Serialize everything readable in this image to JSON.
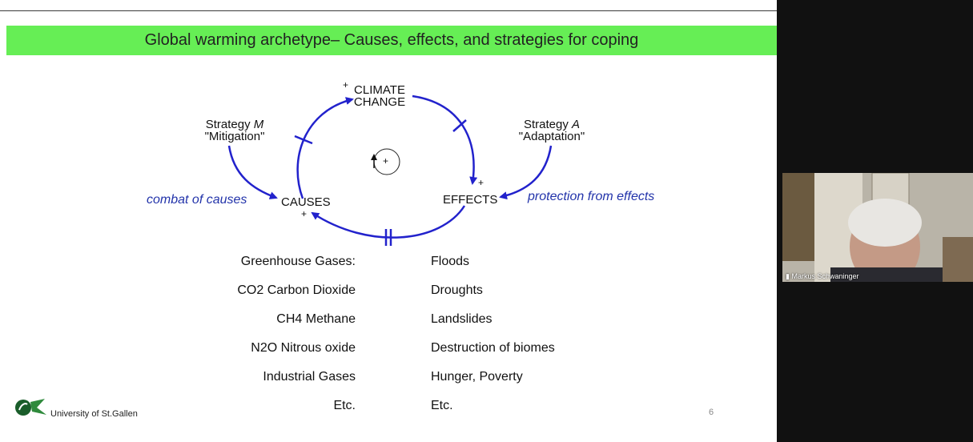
{
  "slide": {
    "title": "Global warming archetype– Causes, effects, and strategies for coping",
    "diagram": {
      "climate_change_line1": "CLIMATE",
      "climate_change_line2": "CHANGE",
      "plus_climate": "+",
      "strategy_m_line1_prefix": "Strategy ",
      "strategy_m_letter": "M",
      "strategy_m_line2": "\"Mitigation\"",
      "strategy_a_line1_prefix": "Strategy ",
      "strategy_a_letter": "A",
      "strategy_a_line2": "\"Adaptation\"",
      "causes": "CAUSES",
      "plus_causes": "+",
      "effects": "EFFECTS",
      "plus_effects": "+",
      "loop_polarity": "+",
      "combat_label": "combat of causes",
      "protection_label": "protection from effects"
    },
    "causes_list": [
      "Greenhouse Gases:",
      "CO2 Carbon Dioxide",
      "CH4 Methane",
      "N2O Nitrous oxide",
      "Industrial Gases",
      "Etc."
    ],
    "effects_list": [
      "Floods",
      "Droughts",
      "Landslides",
      "Destruction of biomes",
      "Hunger, Poverty",
      "Etc."
    ],
    "university": "University of St.Gallen",
    "page_number": "6",
    "colors": {
      "title_band": "#66ee55",
      "arrow_blue": "#2222cc",
      "label_blue": "#2233aa"
    }
  },
  "video": {
    "participant_name": "Markus Schwaninger",
    "signal_icon": "signal-bars-icon"
  }
}
